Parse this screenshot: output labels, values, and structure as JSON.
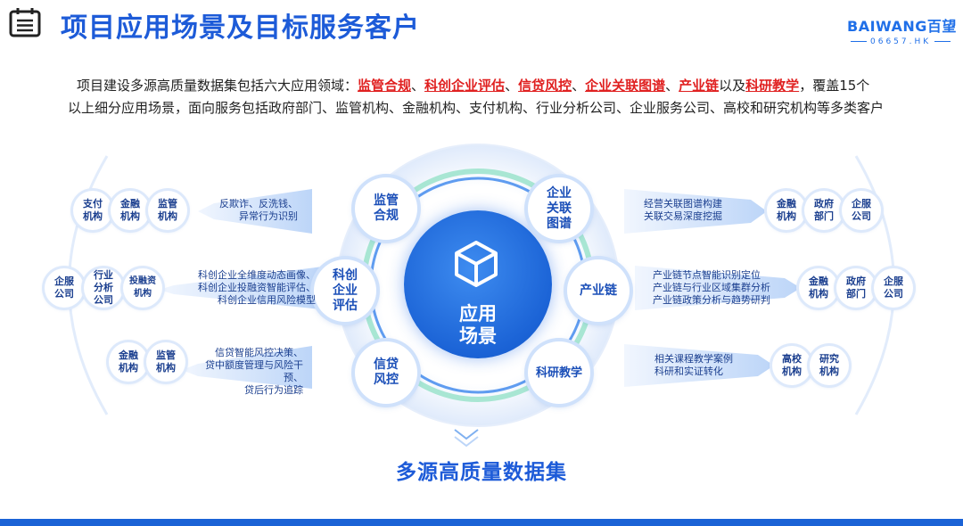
{
  "header": {
    "title": "项目应用场景及目标服务客户",
    "logo_main": "BAIWANG百望",
    "logo_sub": "06657.HK"
  },
  "intro": {
    "line1_prefix": "项目建设多源高质量数据集包括六大应用领域：",
    "domains": [
      "监管合规",
      "科创企业评估",
      "信贷风控",
      "企业关联图谱",
      "产业链",
      "科研教学"
    ],
    "sep": "、",
    "and": "以及",
    "line1_suffix": "，覆盖15个",
    "line2": "以上细分应用场景，面向服务包括政府部门、监管机构、金融机构、支付机构、行业分析公司、企业服务公司、高校和研究机构等多类客户"
  },
  "hub": {
    "line1": "应用",
    "line2": "场景"
  },
  "nodes": [
    {
      "l1": "监管",
      "l2": "合规",
      "l3": ""
    },
    {
      "l1": "企业",
      "l2": "关联",
      "l3": "图谱"
    },
    {
      "l1": "科创",
      "l2": "企业",
      "l3": "评估"
    },
    {
      "l1": "产业链",
      "l2": "",
      "l3": ""
    },
    {
      "l1": "信贷",
      "l2": "风控",
      "l3": ""
    },
    {
      "l1": "科研教学",
      "l2": "",
      "l3": ""
    }
  ],
  "left": [
    {
      "lines": [
        "反欺诈、反洗钱、",
        "异常行为识别"
      ],
      "customers": [
        {
          "l1": "支付",
          "l2": "机构"
        },
        {
          "l1": "金融",
          "l2": "机构"
        },
        {
          "l1": "监管",
          "l2": "机构"
        }
      ]
    },
    {
      "lines": [
        "科创企业全维度动态画像、",
        "科创企业投融资智能评估、",
        "科创企业信用风险模型"
      ],
      "customers": [
        {
          "l1": "企服",
          "l2": "公司"
        },
        {
          "l1": "行业",
          "l2": "分析",
          "l3": "公司"
        },
        {
          "l1": "投融资",
          "l2": "机构"
        }
      ]
    },
    {
      "lines": [
        "信贷智能风控决策、",
        "贷中额度管理与风险干预、",
        "贷后行为追踪"
      ],
      "customers": [
        {
          "l1": "金融",
          "l2": "机构"
        },
        {
          "l1": "监管",
          "l2": "机构"
        }
      ]
    }
  ],
  "right": [
    {
      "lines": [
        "经营关联图谱构建",
        "关联交易深度挖掘"
      ],
      "customers": [
        {
          "l1": "金融",
          "l2": "机构"
        },
        {
          "l1": "政府",
          "l2": "部门"
        },
        {
          "l1": "企服",
          "l2": "公司"
        }
      ]
    },
    {
      "lines": [
        "产业链节点智能识别定位",
        "产业链与行业区域集群分析",
        "产业链政策分析与趋势研判"
      ],
      "customers": [
        {
          "l1": "金融",
          "l2": "机构"
        },
        {
          "l1": "政府",
          "l2": "部门"
        },
        {
          "l1": "企服",
          "l2": "公司"
        }
      ]
    },
    {
      "lines": [
        "相关课程教学案例",
        "科研和实证转化"
      ],
      "customers": [
        {
          "l1": "高校",
          "l2": "机构"
        },
        {
          "l1": "研究",
          "l2": "机构"
        }
      ]
    }
  ],
  "footer": {
    "title": "多源高质量数据集"
  },
  "colors": {
    "primary": "#1d5bd8",
    "accent_red": "#e02020",
    "light_blue": "#cfe1fb"
  },
  "icons": [
    "notepad-icon",
    "cube-icon"
  ]
}
